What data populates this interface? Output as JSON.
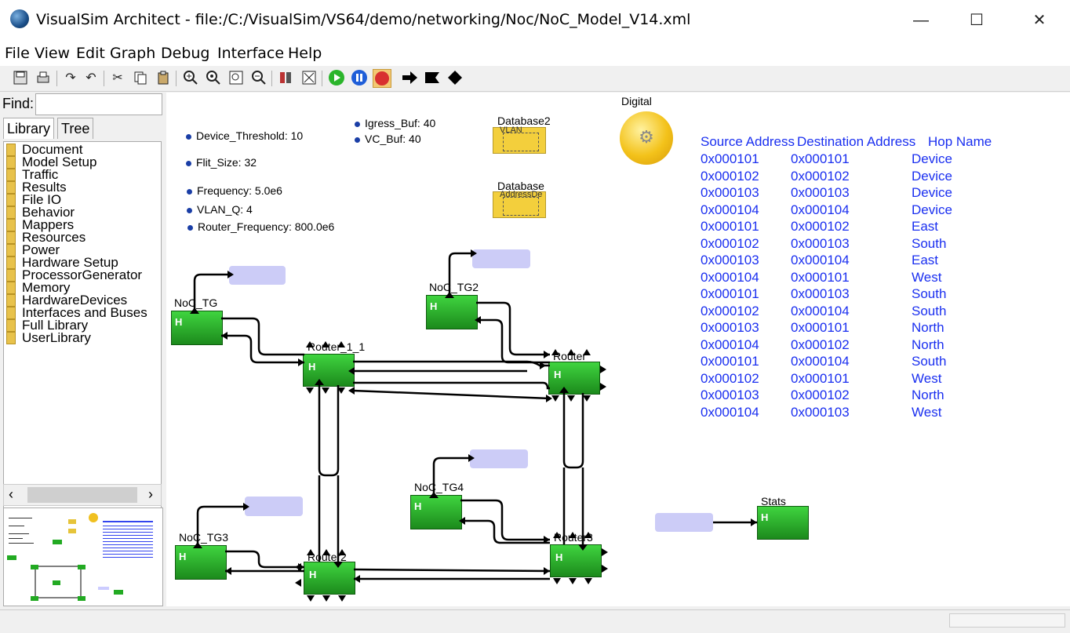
{
  "window": {
    "title": "VisualSim Architect - file:/C:/VisualSim/VS64/demo/networking/Noc/NoC_Model_V14.xml",
    "controls": [
      "—",
      "☐",
      "✕"
    ]
  },
  "menu": [
    "File",
    "View",
    "Edit",
    "Graph",
    "Debug",
    "Interface",
    "Help"
  ],
  "sidebar": {
    "find_label": "Find:",
    "tabs": [
      "Library",
      "Tree"
    ],
    "items": [
      "Document",
      "Model Setup",
      "Traffic",
      "Results",
      "File IO",
      "Behavior",
      "Mappers",
      "Resources",
      "Power",
      "Hardware Setup",
      "ProcessorGenerator",
      "Memory",
      "HardwareDevices",
      "Interfaces and Buses",
      "Full Library",
      "UserLibrary"
    ]
  },
  "parameters": [
    {
      "text": "Device_Threshold: 10"
    },
    {
      "text": "Flit_Size: 32"
    },
    {
      "text": "Frequency: 5.0e6"
    },
    {
      "text": "VLAN_Q: 4"
    },
    {
      "text": "Router_Frequency: 800.0e6"
    },
    {
      "text": "Igress_Buf: 40"
    },
    {
      "text": "VC_Buf: 40"
    }
  ],
  "blocks": {
    "database2": {
      "label": "Database2",
      "inner": "VLAN"
    },
    "database": {
      "label": "Database",
      "inner": "AddressDe"
    },
    "digital": {
      "label": "Digital"
    },
    "noc_tg": {
      "label": "NoC_TG"
    },
    "noc_tg2": {
      "label": "NoC_TG2"
    },
    "noc_tg3": {
      "label": "NoC_TG3"
    },
    "noc_tg4": {
      "label": "NoC_TG4"
    },
    "router_1_1": {
      "label": "Router_1_1"
    },
    "router": {
      "label": "Router"
    },
    "router2": {
      "label": "Router2"
    },
    "router3": {
      "label": "Router3"
    },
    "stats": {
      "label": "Stats"
    }
  },
  "routing_table": {
    "headers": [
      "Source Address",
      "Destination Address",
      "Hop Name"
    ],
    "rows": [
      [
        "0x000101",
        "0x000101",
        "Device"
      ],
      [
        "0x000102",
        "0x000102",
        "Device"
      ],
      [
        "0x000103",
        "0x000103",
        "Device"
      ],
      [
        "0x000104",
        "0x000104",
        "Device"
      ],
      [
        "0x000101",
        "0x000102",
        "East"
      ],
      [
        "0x000102",
        "0x000103",
        "South"
      ],
      [
        "0x000103",
        "0x000104",
        "East"
      ],
      [
        "0x000104",
        "0x000101",
        "West"
      ],
      [
        "0x000101",
        "0x000103",
        "South"
      ],
      [
        "0x000102",
        "0x000104",
        "South"
      ],
      [
        "0x000103",
        "0x000101",
        "North"
      ],
      [
        "0x000104",
        "0x000102",
        "North"
      ],
      [
        "0x000101",
        "0x000104",
        "South"
      ],
      [
        "0x000102",
        "0x000101",
        "West"
      ],
      [
        "0x000103",
        "0x000102",
        "North"
      ],
      [
        "0x000104",
        "0x000103",
        "West"
      ]
    ]
  },
  "colors": {
    "table_text": "#1a2ff0",
    "block_green": "#2fb52f",
    "placeholder_purple": "#ccccf7",
    "database_yellow": "#f3cf3c"
  }
}
